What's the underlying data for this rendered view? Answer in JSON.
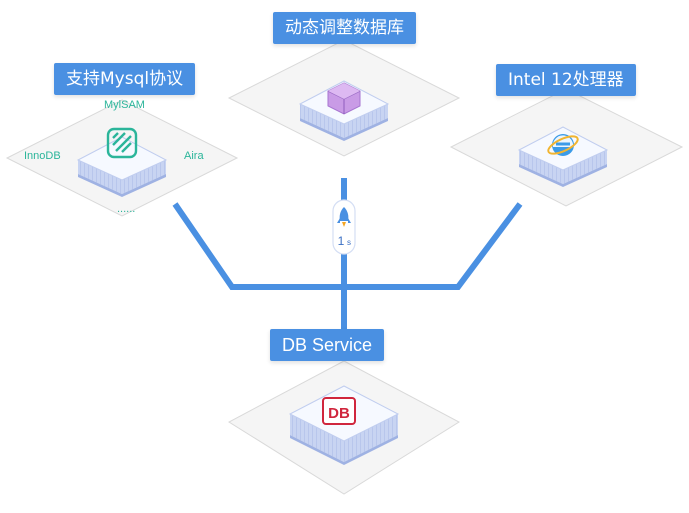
{
  "labels": {
    "db_service": "DB Service",
    "dynamic_db": "动态调整数据库",
    "mysql_protocol": "支持Mysql协议",
    "intel": "Intel 12处理器"
  },
  "engines": {
    "top": "MylSAM",
    "left": "InnoDB",
    "right": "Aira",
    "bottom": "......"
  },
  "db_badge": "DB",
  "rocket": {
    "time_value": "1",
    "time_unit": "s"
  },
  "icons": {
    "db_service": "db-logo-icon",
    "dynamic_db": "purple-cube-icon",
    "mysql": "green-lattice-icon",
    "intel": "internet-explorer-icon",
    "rocket": "rocket-icon"
  },
  "colors": {
    "connector": "#4a90e2",
    "label_bg": "#4a90e2",
    "engine_text": "#2bb59a",
    "db_badge": "#d0263d",
    "cube": "#c99be6",
    "tile_top": "#f6f9ff",
    "tile_side": "#bfcdf0",
    "platform": "#f5f5f5"
  }
}
